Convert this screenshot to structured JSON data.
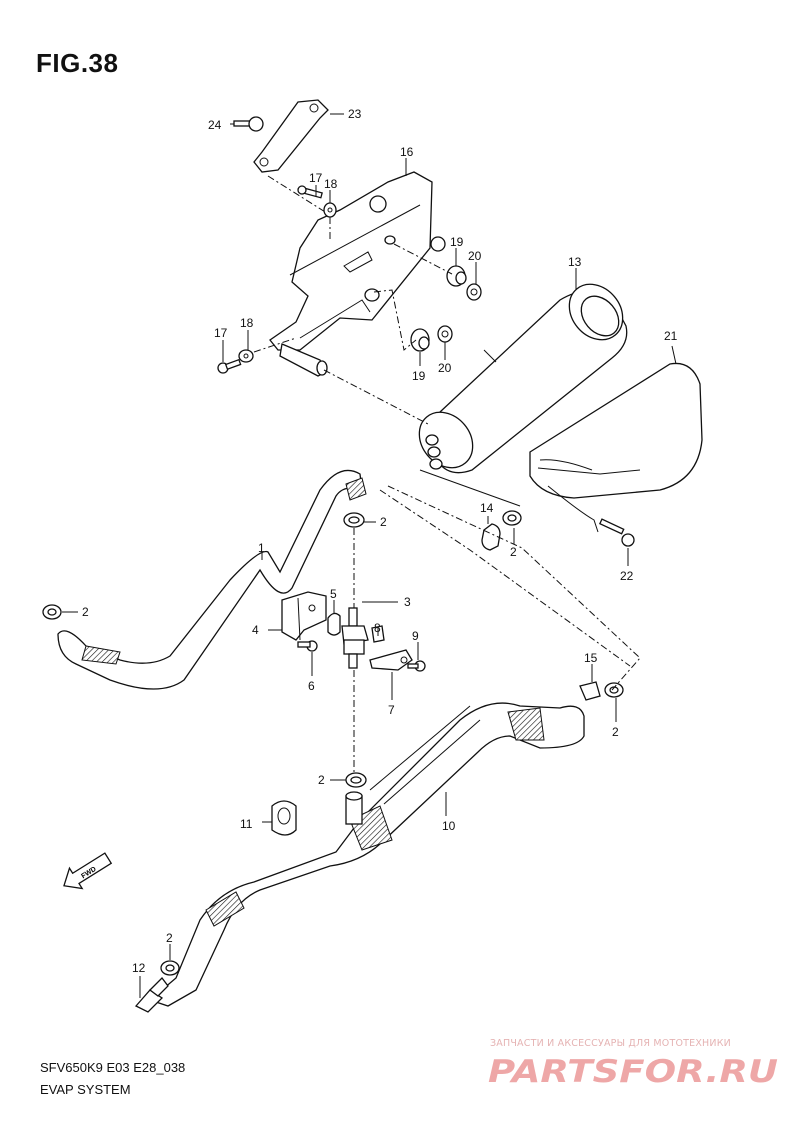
{
  "figure": {
    "title": "FIG.38",
    "model_code": "SFV650K9 E03 E28_038",
    "section_name": "EVAP SYSTEM",
    "direction_label": "FWD"
  },
  "callouts": {
    "c1": "1",
    "c2a": "2",
    "c2b": "2",
    "c2c": "2",
    "c2d": "2",
    "c2e": "2",
    "c2f": "2",
    "c3": "3",
    "c4": "4",
    "c5": "5",
    "c6": "6",
    "c7": "7",
    "c8": "8",
    "c9": "9",
    "c10": "10",
    "c11": "11",
    "c12": "12",
    "c13": "13",
    "c14": "14",
    "c15": "15",
    "c16": "16",
    "c17a": "17",
    "c17b": "17",
    "c18a": "18",
    "c18b": "18",
    "c19a": "19",
    "c19b": "19",
    "c20a": "20",
    "c20b": "20",
    "c21": "21",
    "c22": "22",
    "c23": "23",
    "c24": "24"
  },
  "watermark": {
    "caption": "ЗАПЧАСТИ И АКСЕССУАРЫ ДЛЯ МОТОТЕХНИКИ",
    "logo_text": "PARTSFOR.RU",
    "color": "#e88a8a"
  }
}
